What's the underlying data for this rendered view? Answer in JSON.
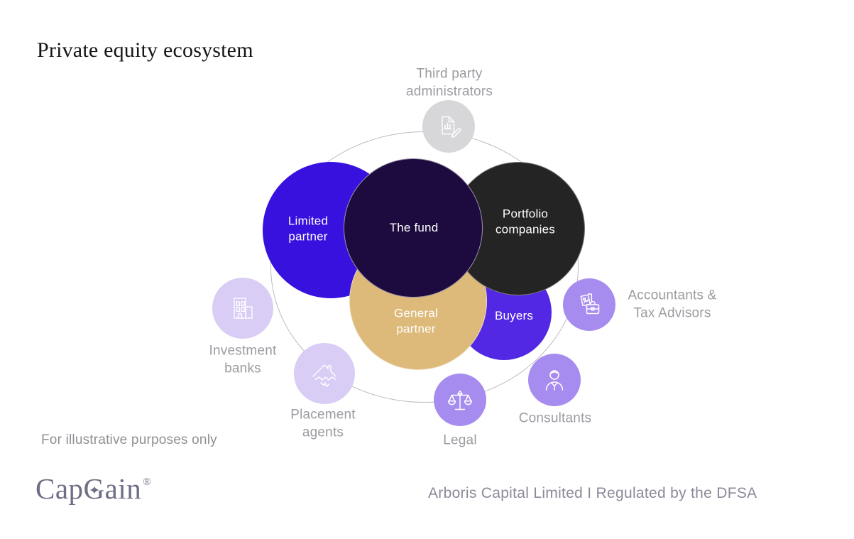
{
  "title": "Private equity ecosystem",
  "diagram": {
    "main_circles": [
      {
        "id": "limited-partner",
        "label": "Limited partner",
        "color": "#3811df"
      },
      {
        "id": "the-fund",
        "label": "The fund",
        "color": "#1d0a3e"
      },
      {
        "id": "portfolio-companies",
        "label": "Portfolio companies",
        "color": "#242424"
      },
      {
        "id": "general-partner",
        "label": "General partner",
        "color": "#ddb97a"
      },
      {
        "id": "buyers",
        "label": "Buyers",
        "color": "#5328e4"
      }
    ],
    "satellites": [
      {
        "id": "third-party-administrators",
        "label": "Third party administrators",
        "icon": "document-pencil-icon",
        "color": "#d7d7d9"
      },
      {
        "id": "investment-banks",
        "label": "Investment banks",
        "icon": "bank-building-icon",
        "color": "#d9cdf5"
      },
      {
        "id": "placement-agents",
        "label": "Placement agents",
        "icon": "house-handshake-icon",
        "color": "#d9cdf5"
      },
      {
        "id": "legal",
        "label": "Legal",
        "icon": "scales-of-justice-icon",
        "color": "#a78cef"
      },
      {
        "id": "consultants",
        "label": "Consultants",
        "icon": "person-icon",
        "color": "#a78cef"
      },
      {
        "id": "accountants-tax-advisors",
        "label": "Accountants & Tax Advisors",
        "icon": "briefcase-documents-icon",
        "color": "#a78cef"
      }
    ],
    "orbit_color": "#bcbcc0"
  },
  "disclaimer": "For illustrative purposes only",
  "logo": {
    "part1": "Cap",
    "part2": "G",
    "part3": "ain",
    "registered": "®"
  },
  "footer": "Arboris Capital Limited I Regulated by the DFSA",
  "colors": {
    "background": "#ffffff",
    "title_text": "#151515",
    "circle_text": "#ffffff",
    "satellite_label_text": "#9b9ba1",
    "disclaimer_text": "#8f8f95",
    "footer_text": "#8a8a99",
    "logo_text": "#6d6d86"
  }
}
